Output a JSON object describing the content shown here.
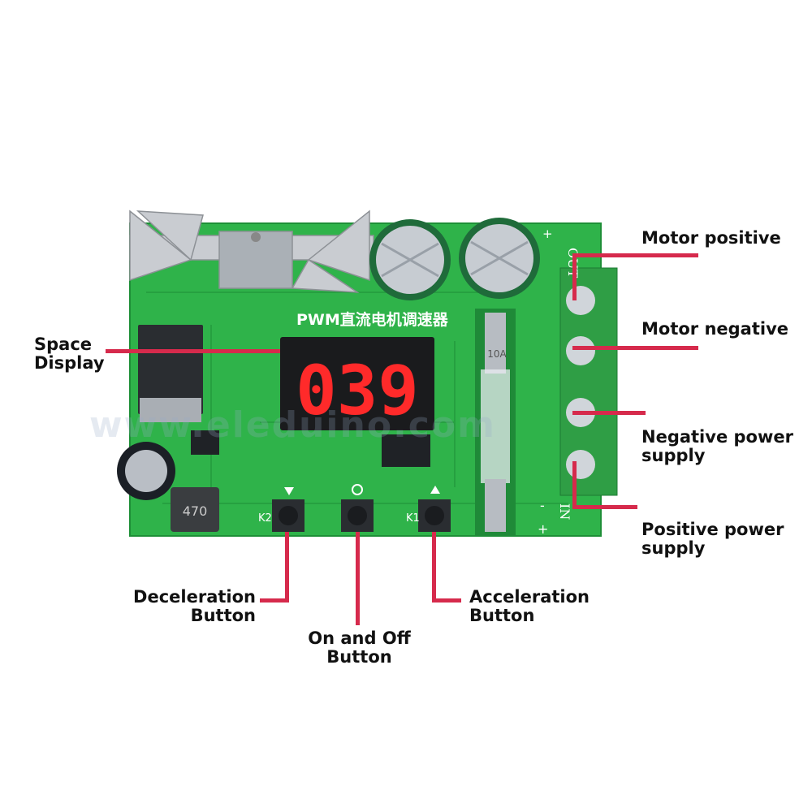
{
  "board": {
    "title": "PWM直流电机调速器",
    "display_value": "039",
    "fuse_rating": "10A",
    "inductor_value": "470",
    "out_terminal_label": "OUT",
    "in_terminal_label": "IN",
    "k2": "K2",
    "k1": "K1",
    "plus": "+",
    "minus": "-",
    "watermark": "www.eleduino.com",
    "colors": {
      "pcb": "#2fb34a",
      "pcb_dark": "#1e8f37",
      "terminal": "#2f9e45",
      "led": "#ff2a2a",
      "leader": "#d62a4c"
    }
  },
  "callouts": {
    "space_display": [
      "Space",
      "Display"
    ],
    "motor_positive": [
      "Motor positive"
    ],
    "motor_negative": [
      "Motor negative"
    ],
    "negative_power_supply": [
      "Negative power",
      "supply"
    ],
    "positive_power_supply": [
      "Positive power",
      "supply"
    ],
    "deceleration_button": [
      "Deceleration",
      "Button"
    ],
    "on_off_button": [
      "On and Off",
      "Button"
    ],
    "acceleration_button": [
      "Acceleration",
      "Button"
    ]
  }
}
